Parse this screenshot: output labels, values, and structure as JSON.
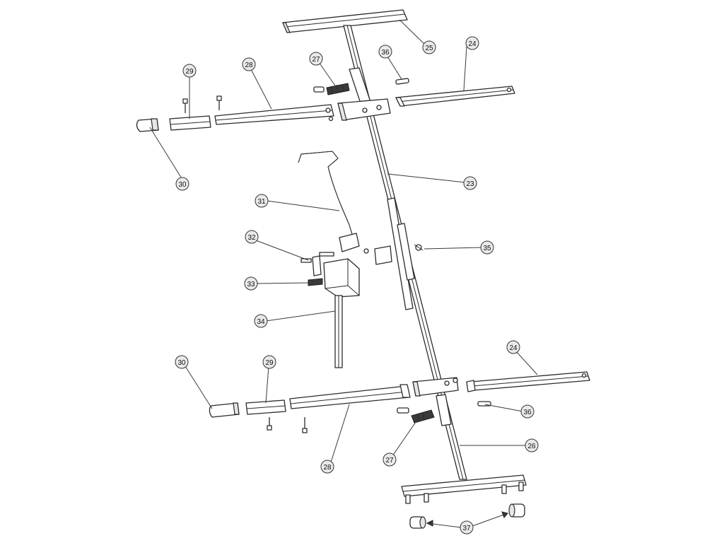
{
  "diagram": {
    "callouts": [
      {
        "id": "c25",
        "label": "25"
      },
      {
        "id": "c24a",
        "label": "24"
      },
      {
        "id": "c36a",
        "label": "36"
      },
      {
        "id": "c27a",
        "label": "27"
      },
      {
        "id": "c28a",
        "label": "28"
      },
      {
        "id": "c29a",
        "label": "29"
      },
      {
        "id": "c30a",
        "label": "30"
      },
      {
        "id": "c23",
        "label": "23"
      },
      {
        "id": "c31",
        "label": "31"
      },
      {
        "id": "c32",
        "label": "32"
      },
      {
        "id": "c35",
        "label": "35"
      },
      {
        "id": "c33",
        "label": "33"
      },
      {
        "id": "c34",
        "label": "34"
      },
      {
        "id": "c24b",
        "label": "24"
      },
      {
        "id": "c30b",
        "label": "30"
      },
      {
        "id": "c29b",
        "label": "29"
      },
      {
        "id": "c36b",
        "label": "36"
      },
      {
        "id": "c26",
        "label": "26"
      },
      {
        "id": "c27b",
        "label": "27"
      },
      {
        "id": "c28b",
        "label": "28"
      },
      {
        "id": "c37",
        "label": "37"
      }
    ]
  }
}
